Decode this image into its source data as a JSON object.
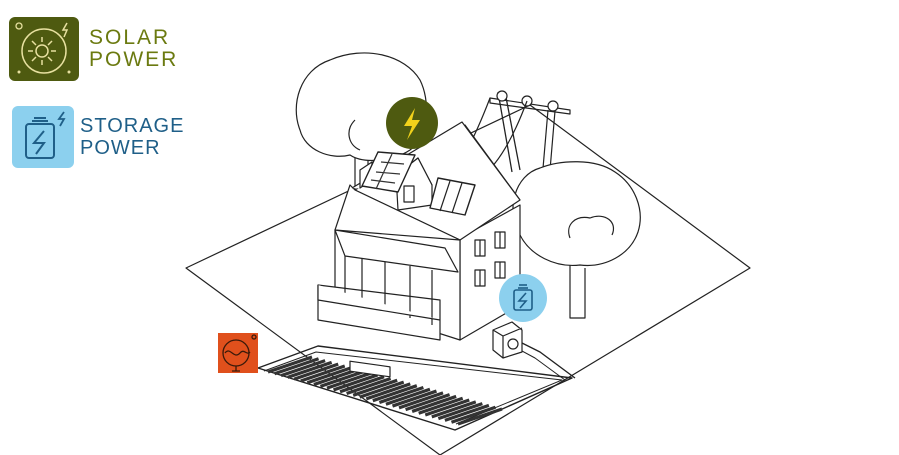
{
  "legend": {
    "solar": {
      "line1": "SOLAR",
      "line2": "POWER",
      "icon": "sun-icon"
    },
    "storage": {
      "line1": "STORAGE",
      "line2": "POWER",
      "icon": "battery-icon"
    }
  },
  "markers": {
    "solar": {
      "icon": "lightning-bolt-icon"
    },
    "storage": {
      "icon": "battery-icon"
    },
    "geothermal": {
      "icon": "heat-exchange-icon"
    }
  },
  "colors": {
    "solar_bg": "#4e5a10",
    "solar_text": "#6b7a10",
    "storage_bg": "#8cd0ee",
    "storage_text": "#1f5f88",
    "geothermal_bg": "#e0501c",
    "bolt": "#f2d21b",
    "line": "#222222"
  }
}
